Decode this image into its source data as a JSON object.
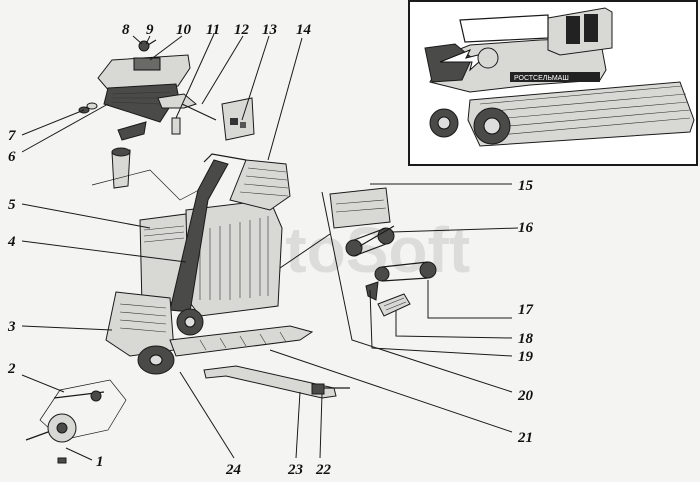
{
  "watermark": "AutoSoft",
  "inset": {
    "brand_text": "РОСТСЕЛЬМАШ"
  },
  "callouts": [
    {
      "id": "1",
      "text": "1"
    },
    {
      "id": "2",
      "text": "2"
    },
    {
      "id": "3",
      "text": "3"
    },
    {
      "id": "4",
      "text": "4"
    },
    {
      "id": "5",
      "text": "5"
    },
    {
      "id": "6",
      "text": "6"
    },
    {
      "id": "7",
      "text": "7"
    },
    {
      "id": "8",
      "text": "8"
    },
    {
      "id": "9",
      "text": "9"
    },
    {
      "id": "10",
      "text": "10"
    },
    {
      "id": "11",
      "text": "11"
    },
    {
      "id": "12",
      "text": "12"
    },
    {
      "id": "13",
      "text": "13"
    },
    {
      "id": "14",
      "text": "14"
    },
    {
      "id": "15",
      "text": "15"
    },
    {
      "id": "16",
      "text": "16"
    },
    {
      "id": "17",
      "text": "17"
    },
    {
      "id": "18",
      "text": "18"
    },
    {
      "id": "19",
      "text": "19"
    },
    {
      "id": "20",
      "text": "20"
    },
    {
      "id": "21",
      "text": "21"
    },
    {
      "id": "22",
      "text": "22"
    },
    {
      "id": "23",
      "text": "23"
    },
    {
      "id": "24",
      "text": "24"
    }
  ]
}
